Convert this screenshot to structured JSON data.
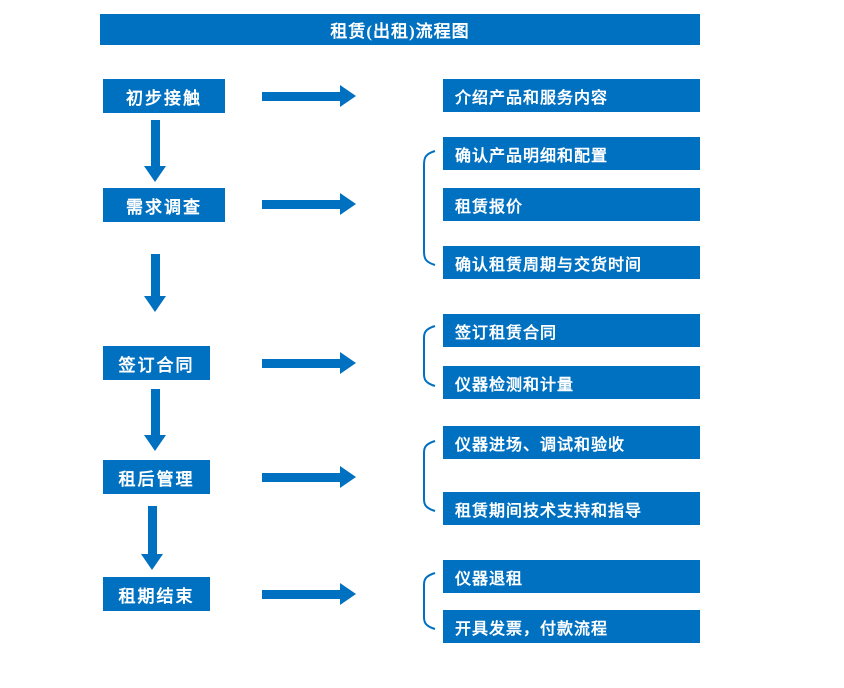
{
  "title": "租赁(出租)流程图",
  "colors": {
    "primary": "#0070C0",
    "text": "#FFFFFF",
    "background": "#FFFFFF"
  },
  "stages": [
    {
      "label": "初步接触",
      "details": [
        "介绍产品和服务内容"
      ]
    },
    {
      "label": "需求调查",
      "details": [
        "确认产品明细和配置",
        "租赁报价",
        "确认租赁周期与交货时间"
      ]
    },
    {
      "label": "签订合同",
      "details": [
        "签订租赁合同",
        "仪器检测和计量"
      ]
    },
    {
      "label": "租后管理",
      "details": [
        "仪器进场、调试和验收",
        "租赁期间技术支持和指导"
      ]
    },
    {
      "label": "租期结束",
      "details": [
        "仪器退租",
        "开具发票，付款流程"
      ]
    }
  ]
}
